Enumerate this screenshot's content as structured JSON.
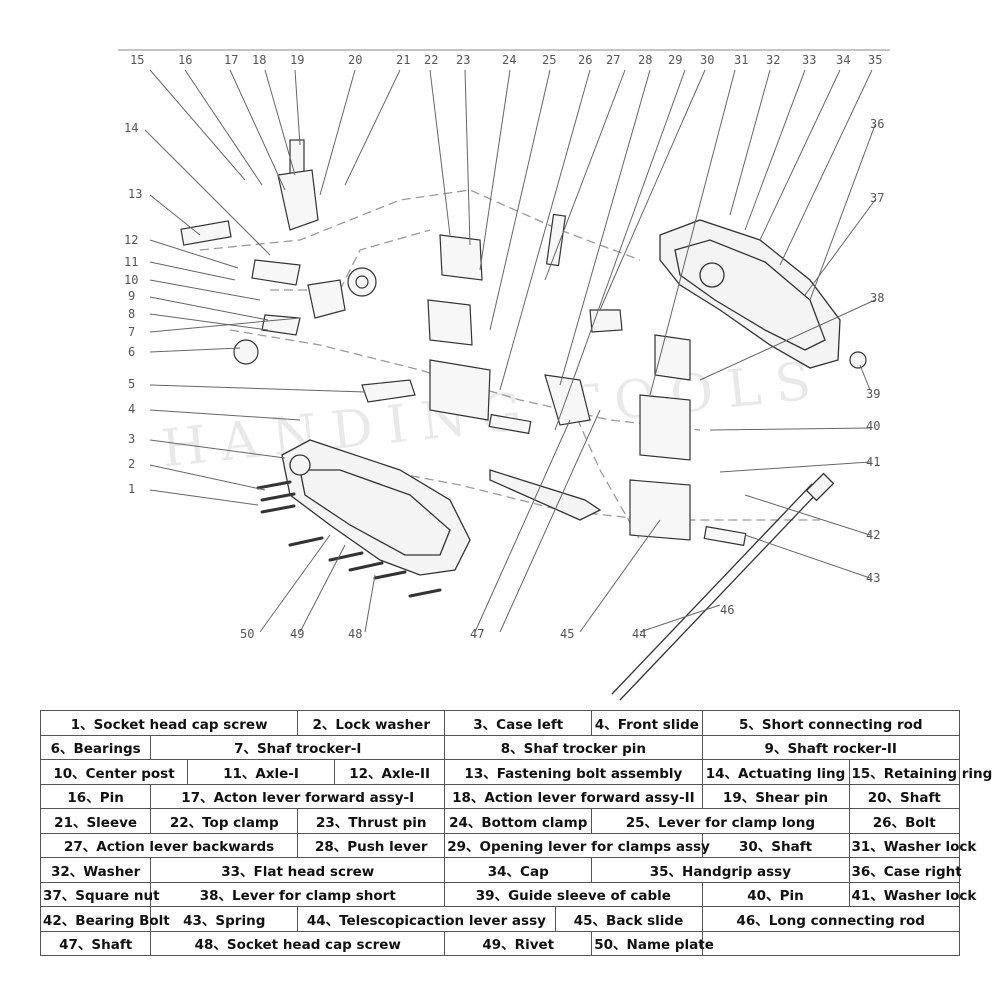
{
  "watermark": "HANDING TOOLS",
  "callouts": [
    "1",
    "2",
    "3",
    "4",
    "5",
    "6",
    "7",
    "8",
    "9",
    "10",
    "11",
    "12",
    "13",
    "14",
    "15",
    "16",
    "17",
    "18",
    "19",
    "20",
    "21",
    "22",
    "23",
    "24",
    "25",
    "26",
    "27",
    "28",
    "29",
    "30",
    "31",
    "32",
    "33",
    "34",
    "35",
    "36",
    "37",
    "38",
    "39",
    "40",
    "41",
    "42",
    "43",
    "44",
    "45",
    "46",
    "47",
    "48",
    "49",
    "50"
  ],
  "parts": [
    {
      "no": "1",
      "label": "1、Socket head cap screw"
    },
    {
      "no": "2",
      "label": "2、Lock washer"
    },
    {
      "no": "3",
      "label": "3、Case left"
    },
    {
      "no": "4",
      "label": "4、Front slide"
    },
    {
      "no": "5",
      "label": "5、Short connecting rod"
    },
    {
      "no": "6",
      "label": "6、Bearings"
    },
    {
      "no": "7",
      "label": "7、Shaf trocker-I"
    },
    {
      "no": "8",
      "label": "8、Shaf trocker pin"
    },
    {
      "no": "9",
      "label": "9、Shaft rocker-II"
    },
    {
      "no": "10",
      "label": "10、Center post"
    },
    {
      "no": "11",
      "label": "11、Axle-I"
    },
    {
      "no": "12",
      "label": "12、Axle-II"
    },
    {
      "no": "13",
      "label": "13、Fastening bolt assembly"
    },
    {
      "no": "14",
      "label": "14、Actuating ling"
    },
    {
      "no": "15",
      "label": "15、Retaining ring"
    },
    {
      "no": "16",
      "label": "16、Pin"
    },
    {
      "no": "17",
      "label": "17、Acton lever forward assy-I"
    },
    {
      "no": "18",
      "label": "18、Action lever forward assy-II"
    },
    {
      "no": "19",
      "label": "19、Shear pin"
    },
    {
      "no": "20",
      "label": "20、Shaft"
    },
    {
      "no": "21",
      "label": "21、Sleeve"
    },
    {
      "no": "22",
      "label": "22、Top clamp"
    },
    {
      "no": "23",
      "label": "23、Thrust pin"
    },
    {
      "no": "24",
      "label": "24、Bottom clamp"
    },
    {
      "no": "25",
      "label": "25、Lever for clamp long"
    },
    {
      "no": "26",
      "label": "26、Bolt"
    },
    {
      "no": "27",
      "label": "27、Action lever backwards"
    },
    {
      "no": "28",
      "label": "28、Push lever"
    },
    {
      "no": "29",
      "label": "29、Opening lever for clamps assy"
    },
    {
      "no": "30",
      "label": "30、Shaft"
    },
    {
      "no": "31",
      "label": "31、Washer lock"
    },
    {
      "no": "32",
      "label": "32、Washer"
    },
    {
      "no": "33",
      "label": "33、Flat head screw"
    },
    {
      "no": "34",
      "label": "34、Cap"
    },
    {
      "no": "35",
      "label": "35、Handgrip assy"
    },
    {
      "no": "36",
      "label": "36、Case right"
    },
    {
      "no": "37",
      "label": "37、Square nut"
    },
    {
      "no": "38",
      "label": "38、Lever for clamp short"
    },
    {
      "no": "39",
      "label": "39、Guide sleeve of cable"
    },
    {
      "no": "40",
      "label": "40、Pin"
    },
    {
      "no": "41",
      "label": "41、Washer lock"
    },
    {
      "no": "42",
      "label": "42、Bearing Bolt"
    },
    {
      "no": "43",
      "label": "43、Spring"
    },
    {
      "no": "44",
      "label": "44、Telescopicaction lever assy"
    },
    {
      "no": "45",
      "label": "45、Back slide"
    },
    {
      "no": "46",
      "label": "46、Long connecting rod"
    },
    {
      "no": "47",
      "label": "47、Shaft"
    },
    {
      "no": "48",
      "label": "48、Socket head cap screw"
    },
    {
      "no": "49",
      "label": "49、Rivet"
    },
    {
      "no": "50",
      "label": "50、Name plate"
    }
  ]
}
